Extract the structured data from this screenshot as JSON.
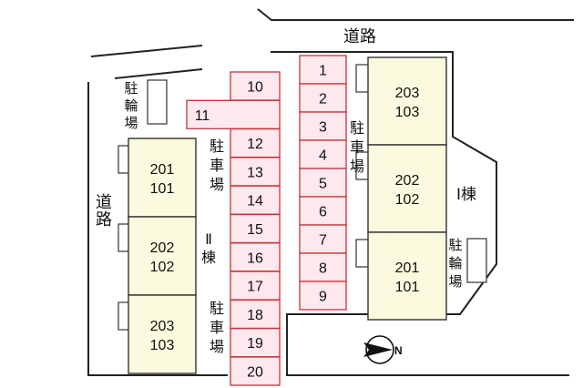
{
  "roads": {
    "top": "道路",
    "left": "道路"
  },
  "buildings": {
    "building_1": {
      "label": "Ⅰ棟",
      "units": [
        {
          "upper": "203",
          "lower": "103"
        },
        {
          "upper": "202",
          "lower": "102"
        },
        {
          "upper": "201",
          "lower": "101"
        }
      ]
    },
    "building_2": {
      "label": "Ⅱ棟",
      "units": [
        {
          "upper": "201",
          "lower": "101"
        },
        {
          "upper": "202",
          "lower": "102"
        },
        {
          "upper": "203",
          "lower": "103"
        }
      ]
    }
  },
  "parking": {
    "label": "駐車場",
    "right_column": [
      "1",
      "2",
      "3",
      "4",
      "5",
      "6",
      "7",
      "8",
      "9"
    ],
    "left_column": [
      "10",
      "11",
      "12",
      "13",
      "14",
      "15",
      "16",
      "17",
      "18",
      "19",
      "20"
    ]
  },
  "bicycle_parking": {
    "label": "駐輪場"
  },
  "compass": {
    "letter": "N"
  },
  "colors": {
    "building_fill": "#fafade",
    "parking_fill": "#fde8ee",
    "parking_stroke": "#c8323c",
    "line": "#222222"
  }
}
